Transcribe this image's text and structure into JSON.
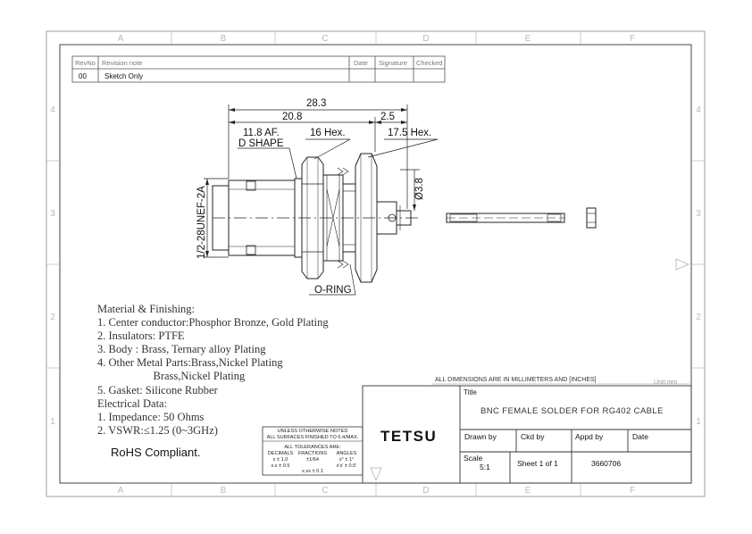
{
  "grid": {
    "columns": [
      "A",
      "B",
      "C",
      "D",
      "E",
      "F"
    ],
    "rows_left": [
      "4",
      "3",
      "2",
      "1"
    ],
    "rows_right": [
      "4",
      "3",
      "2",
      "1"
    ]
  },
  "revision": {
    "headers": [
      "RevNo",
      "Revision note",
      "Date",
      "Signature",
      "Checked"
    ],
    "rows": [
      [
        "00",
        "Sketch Only",
        "",
        "",
        ""
      ]
    ]
  },
  "dimensions": {
    "overall": "28.3",
    "body": "20.8",
    "flange": "2.5",
    "af": "11.8 AF.",
    "d_shape": "D SHAPE",
    "hex16": "16 Hex.",
    "hex175": "17.5 Hex.",
    "pin_dia": "Ø3.8",
    "thread": "1/2-28UNEF-2A",
    "oring": "O-RING"
  },
  "notes": {
    "title": "Material & Finishing:",
    "lines": [
      "1. Center conductor:Phosphor Bronze, Gold Plating",
      "2. Insulators: PTFE",
      "3. Body : Brass, Ternary alloy Plating",
      "4. Other Metal Parts:Brass,Nickel Plating",
      "                    Brass,Nickel Plating",
      "5. Gasket: Silicone Rubber",
      "Electrical Data:",
      "1. Impedance: 50 Ohms",
      "2. VSWR:≤1.25 (0~3GHz)"
    ],
    "rohs": "RoHS Compliant."
  },
  "title_block": {
    "all_dims": "ALL DIMENSIONS ARE IN MILLIMETERS AND [INCHES]",
    "unit": "Unit:mm",
    "title_label": "Title",
    "title": "BNC FEMALE SOLDER FOR RG402 CABLE",
    "company": "TETSU",
    "drawn_by": "Drawn by",
    "ckd_by": "Ckd by",
    "appd_by": "Appd by",
    "date": "Date",
    "scale_label": "Scale",
    "scale": "5:1",
    "sheet": "Sheet 1 of 1",
    "number": "3660706"
  },
  "tolerance": {
    "line1": "UNLESS OTHERWISE NOTED",
    "line2": "ALL SURFACES FINISHED TO 6.4/MAX.",
    "line3": "ALL TOLERANCES ARE:",
    "h_dec": "DECIMALS",
    "h_frac": "FRACTIONS",
    "h_ang": "ANGLES",
    "d1": "x ± 1.0",
    "d2": "x.x ± 0.5",
    "f1": "±1/64",
    "f2": "x.xx ± 0.1",
    "a1": "x° ± 1°",
    "a2": "x'x' ± 0.5'"
  }
}
